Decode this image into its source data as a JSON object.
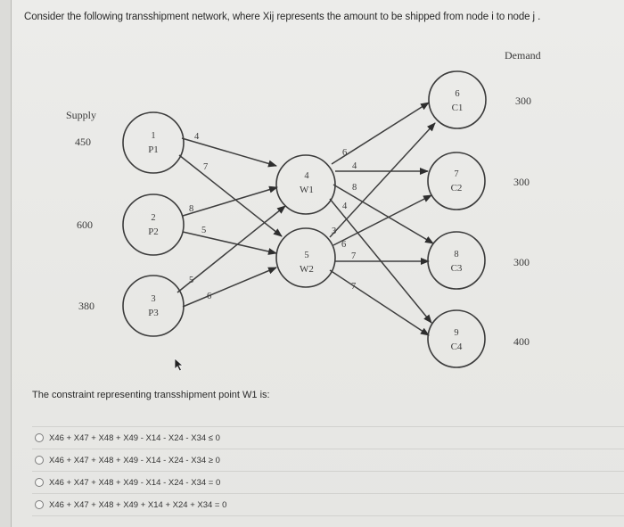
{
  "question": {
    "text": "Consider the following transshipment network, where Xij represents the amount to be shipped from node i to node j ."
  },
  "diagram": {
    "supply_header": "Supply",
    "demand_header": "Demand",
    "sources": [
      {
        "id": "1",
        "label": "P1",
        "supply": "450"
      },
      {
        "id": "2",
        "label": "P2",
        "supply": "600"
      },
      {
        "id": "3",
        "label": "P3",
        "supply": "380"
      }
    ],
    "transshipment": [
      {
        "id": "4",
        "label": "W1"
      },
      {
        "id": "5",
        "label": "W2"
      }
    ],
    "destinations": [
      {
        "id": "6",
        "label": "C1",
        "demand": "300"
      },
      {
        "id": "7",
        "label": "C2",
        "demand": "300"
      },
      {
        "id": "8",
        "label": "C3",
        "demand": "300"
      },
      {
        "id": "9",
        "label": "C4",
        "demand": "400"
      }
    ],
    "edges": [
      {
        "from": "P1",
        "to": "W1",
        "cost": "4"
      },
      {
        "from": "P1",
        "to": "W2",
        "cost": "7"
      },
      {
        "from": "P2",
        "to": "W1",
        "cost": "8"
      },
      {
        "from": "P2",
        "to": "W2",
        "cost": "5"
      },
      {
        "from": "P3",
        "to": "W1",
        "cost": "5"
      },
      {
        "from": "P3",
        "to": "W2",
        "cost": "6"
      },
      {
        "from": "W1",
        "to": "C1",
        "cost": "6"
      },
      {
        "from": "W1",
        "to": "C2",
        "cost": "4"
      },
      {
        "from": "W1",
        "to": "C3",
        "cost": "8"
      },
      {
        "from": "W1",
        "to": "C4",
        "cost": "4"
      },
      {
        "from": "W2",
        "to": "C1",
        "cost": "3"
      },
      {
        "from": "W2",
        "to": "C2",
        "cost": "6"
      },
      {
        "from": "W2",
        "to": "C3",
        "cost": "7"
      },
      {
        "from": "W2",
        "to": "C4",
        "cost": "7"
      }
    ]
  },
  "prompt": {
    "text": "The constraint representing transshipment point W1 is:"
  },
  "options": [
    {
      "label": "X46 + X47 + X48 + X49 - X14 - X24 - X34 ≤ 0"
    },
    {
      "label": "X46 + X47 + X48 + X49 - X14 - X24 - X34 ≥ 0"
    },
    {
      "label": "X46 + X47 + X48 + X49 - X14 - X24 - X34 = 0"
    },
    {
      "label": "X46 + X47 + X48 + X49 + X14 + X24 + X34 = 0"
    }
  ]
}
